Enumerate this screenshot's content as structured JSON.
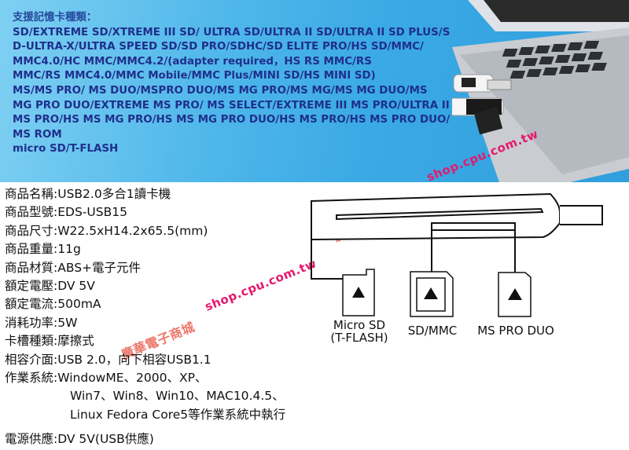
{
  "banner": {
    "title": "支援記憶卡種類：",
    "lines": [
      "SD/EXTREME SD/XTREME  III SD/ ULTRA SD/ULTRA II SD/ULTRA  II SD PLUS/S",
      "D-ULTRA-X/ULTRA SPEED SD/SD PRO/SDHC/SD ELITE PRO/HS SD/MMC/",
      "MMC4.0/HC MMC/MMC4.2/(adapter required，HS RS MMC/RS",
      "MMC/RS MMC4.0/MMC Mobile/MMC Plus/MINI SD/HS MINI SD)",
      "MS/MS PRO/ MS DUO/MSPRO DUO/MS MG PRO/MS MG/MS MG DUO/MS",
      "MG PRO DUO/EXTREME MS PRO/ MS SELECT/EXTREME III MS PRO/ULTRA II",
      "MS PRO/HS MS MG PRO/HS MS MG PRO DUO/HS MS PRO/HS MS PRO DUO/",
      "MS ROM",
      "micro SD/T-FLASH"
    ]
  },
  "specs": [
    {
      "label": "商品名稱:",
      "value": "USB2.0多合1讀卡機"
    },
    {
      "label": "商品型號:",
      "value": "EDS-USB15"
    },
    {
      "label": "商品尺寸:",
      "value": "W22.5xH14.2x65.5(mm)"
    },
    {
      "label": "商品重量:",
      "value": "11g"
    },
    {
      "label": "商品材質:",
      "value": "ABS+電子元件"
    },
    {
      "label": "額定電壓:",
      "value": "DV 5V"
    },
    {
      "label": "額定電流:",
      "value": "500mA"
    },
    {
      "label": "消耗功率:",
      "value": "5W"
    },
    {
      "label": "卡槽種類:",
      "value": "摩擦式"
    },
    {
      "label": "相容介面:",
      "value": "USB 2.0，向下相容USB1.1"
    },
    {
      "label": "作業系統:",
      "value": "WindowME、2000、XP、"
    }
  ],
  "os_continuation": [
    "Win7、Win8、Win10、MAC10.4.5、",
    "Linux Fedora Core5等作業系統中執行"
  ],
  "power": {
    "label": "電源供應:",
    "value": "DV 5V(USB供應)"
  },
  "diagram": {
    "labels": {
      "microsd_line1": "Micro SD",
      "microsd_line2": "(T-FLASH)",
      "sdmmc": "SD/MMC",
      "mspro": "MS PRO DUO"
    }
  },
  "watermarks": {
    "site": "shop.cpu.com.tw",
    "shop_name": "廣華電子商城"
  },
  "colors": {
    "banner_text": "#1f2f8c",
    "watermark": "#e6186e",
    "banner_bg": "#3aa9e4"
  }
}
